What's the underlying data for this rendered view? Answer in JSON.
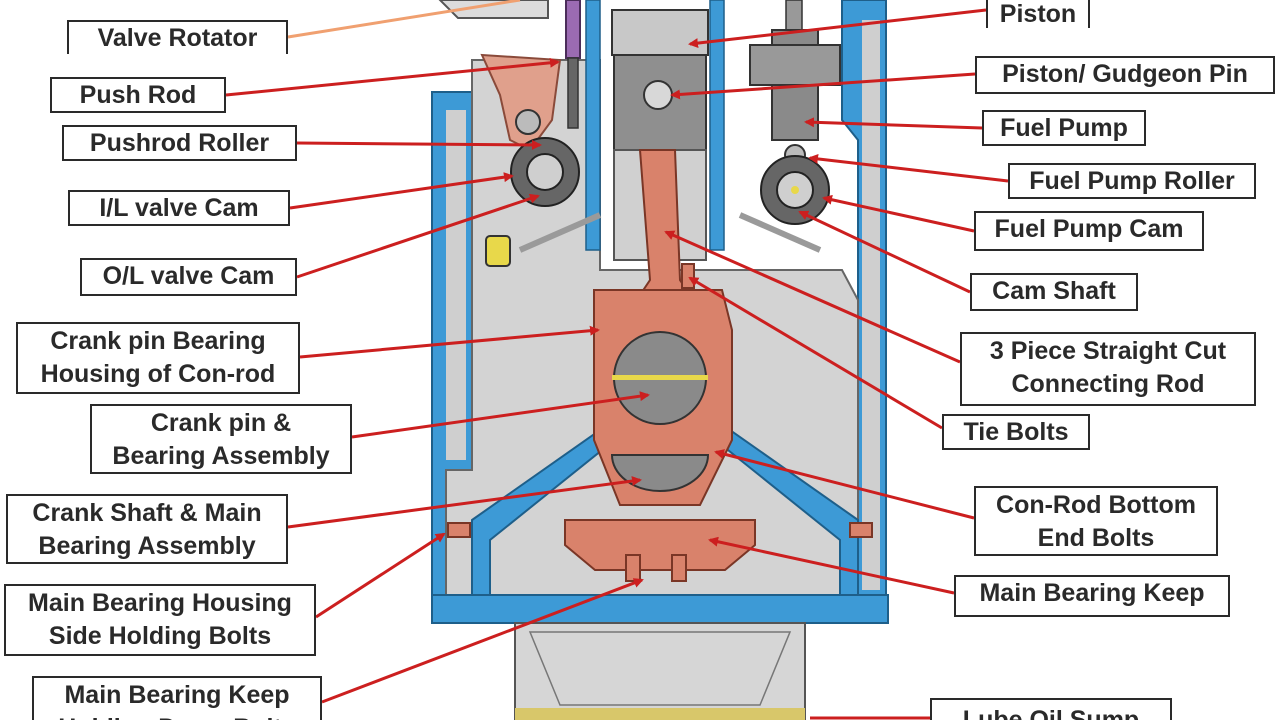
{
  "labels": {
    "valve_rotator": "Valve Rotator",
    "push_rod": "Push Rod",
    "pushrod_roller": "Pushrod Roller",
    "il_valve_cam": "I/L valve Cam",
    "ol_valve_cam": "O/L valve Cam",
    "crank_pin_bearing_housing": [
      "Crank pin Bearing",
      "Housing of Con-rod"
    ],
    "crank_pin_bearing_assembly": [
      "Crank pin &",
      "Bearing Assembly"
    ],
    "crank_shaft_main_bearing": [
      "Crank Shaft & Main",
      "Bearing Assembly"
    ],
    "main_bearing_housing_bolts": [
      "Main Bearing Housing",
      "Side Holding Bolts"
    ],
    "main_bearing_keep_holding": [
      "Main Bearing Keep",
      "Holding Down Bolts"
    ],
    "piston": "Piston",
    "piston_gudgeon_pin": "Piston/ Gudgeon Pin",
    "fuel_pump": "Fuel Pump",
    "fuel_pump_roller": "Fuel Pump Roller",
    "fuel_pump_cam": "Fuel Pump Cam",
    "cam_shaft": "Cam Shaft",
    "connecting_rod": [
      "3 Piece Straight Cut",
      "Connecting Rod"
    ],
    "tie_bolts": "Tie Bolts",
    "con_rod_bottom_end_bolts": [
      "Con-Rod Bottom",
      "End Bolts"
    ],
    "main_bearing_keep": "Main Bearing Keep",
    "lube_oil_sump": "Lube Oil Sump"
  },
  "colors": {
    "frame_blue": "#3d9ad6",
    "engine_grey": "#d3d3d3",
    "conrod_copper": "#d9826b",
    "leader_red": "#cc1f1f"
  }
}
